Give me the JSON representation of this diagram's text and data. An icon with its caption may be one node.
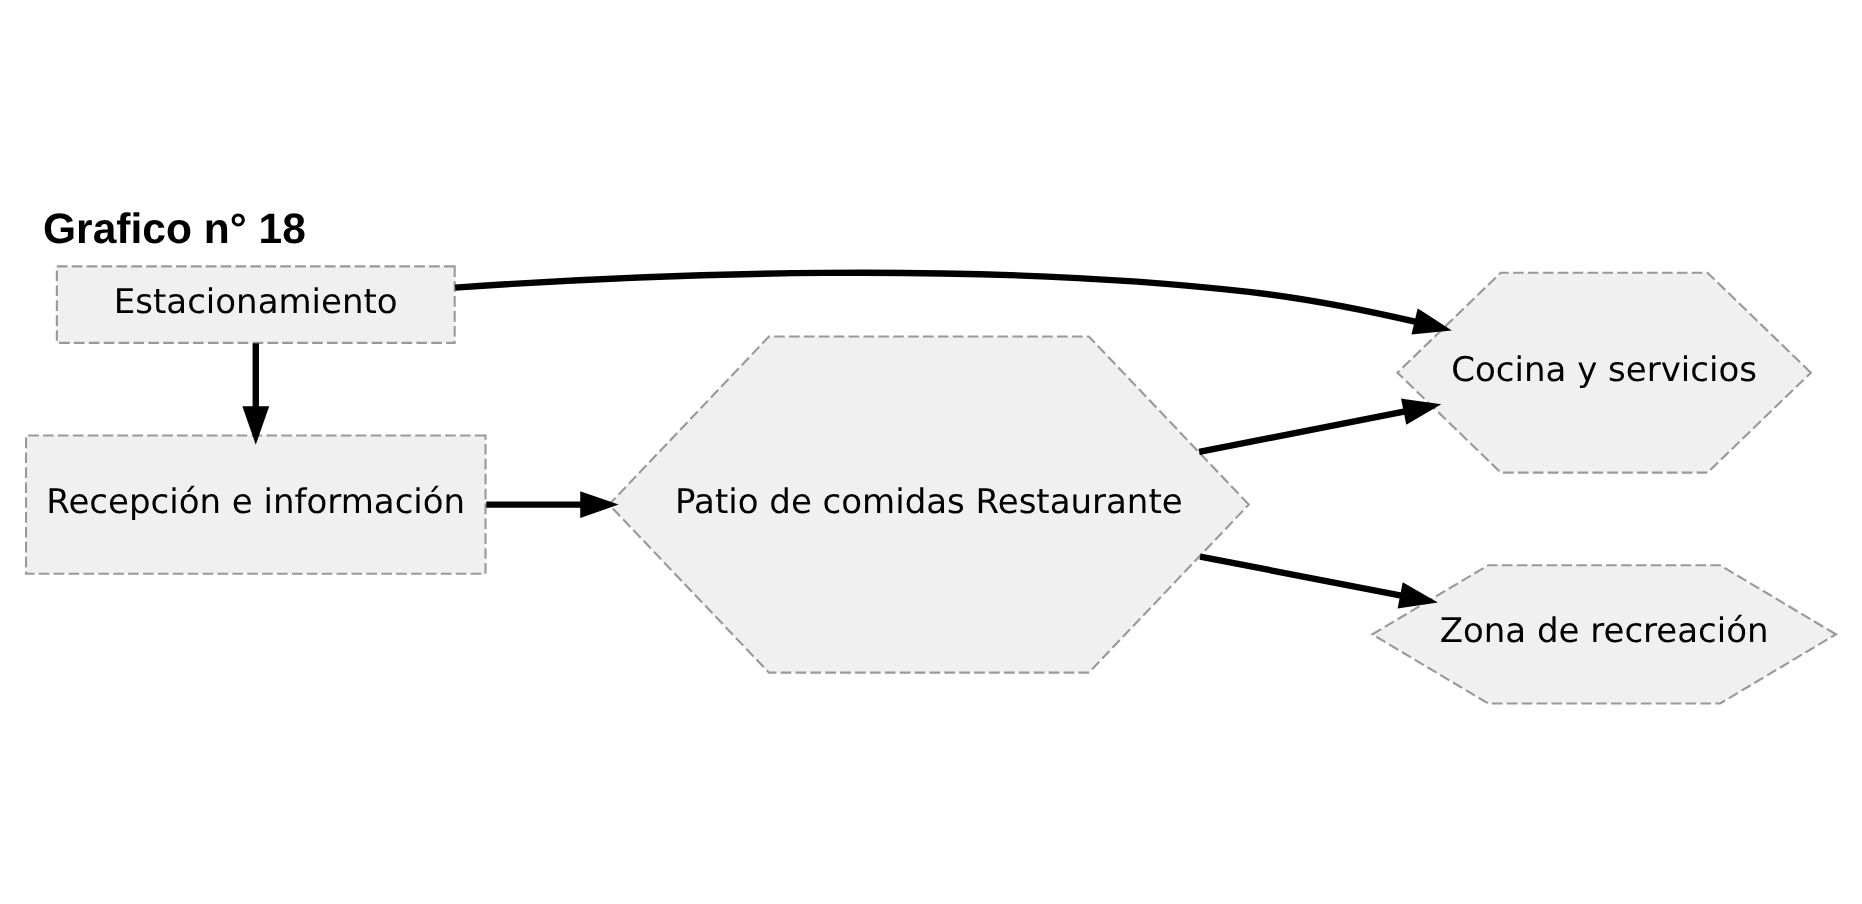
{
  "diagram": {
    "title": "Grafico n° 18",
    "nodes": [
      {
        "text": [
          "Estacionamiento"
        ]
      },
      {
        "text": [
          "Cocina y servicios"
        ]
      },
      {
        "text": [
          "Recepción e información"
        ]
      },
      {
        "text": [
          "Patio de comidas Restaurante"
        ]
      },
      {
        "text": [
          "Zona de recreación"
        ]
      }
    ],
    "edges": [
      {
        "from": 0,
        "to": 1,
        "arrow": "to"
      },
      {
        "from": 0,
        "to": 2,
        "arrow": "to"
      },
      {
        "from": 2,
        "to": 3,
        "arrow": "to"
      },
      {
        "from": 3,
        "to": 1,
        "arrow": "to"
      },
      {
        "from": 3,
        "to": 4,
        "arrow": "to"
      }
    ]
  }
}
